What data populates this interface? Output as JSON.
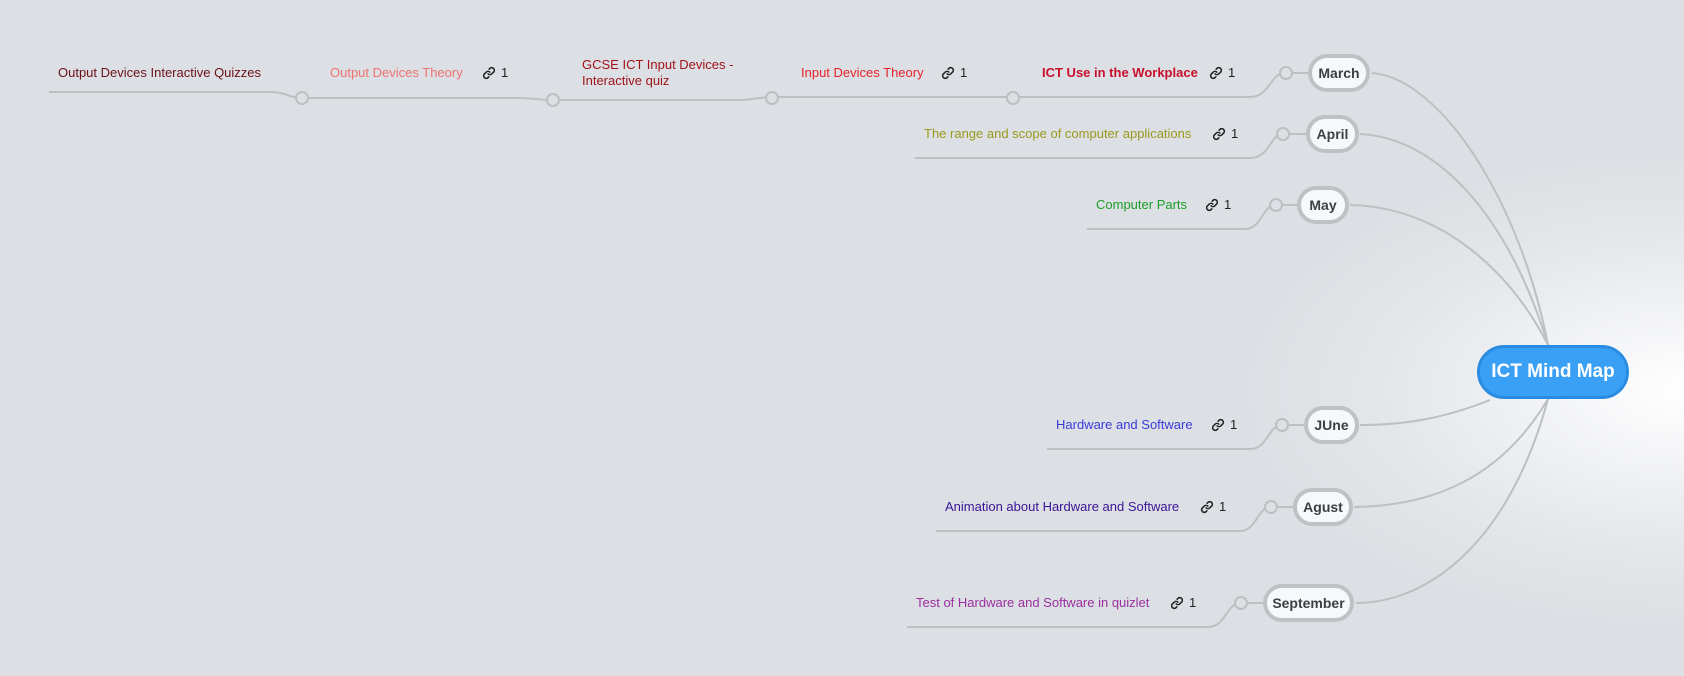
{
  "map": {
    "root": {
      "label": "ICT Mind Map",
      "color": "#3aa0f5"
    },
    "branches": [
      {
        "label": "March",
        "topics": [
          {
            "label": "ICT Use in the Workplace",
            "color": "#c8102e",
            "bold": true,
            "links": "1"
          },
          {
            "label": "Input Devices Theory",
            "color": "#e8232a",
            "links": "1"
          },
          {
            "label": "GCSE ICT Input Devices - Interactive quiz",
            "color": "#a0141c"
          },
          {
            "label": "Output Devices Theory",
            "color": "#f07272",
            "links": "1"
          },
          {
            "label": "Output Devices Interactive Quizzes",
            "color": "#6b1218"
          }
        ]
      },
      {
        "label": "April",
        "topics": [
          {
            "label": "The range and scope of computer applications",
            "color": "#9a9a1e",
            "links": "1"
          }
        ]
      },
      {
        "label": "May",
        "topics": [
          {
            "label": "Computer Parts",
            "color": "#1e9e2a",
            "links": "1"
          }
        ]
      },
      {
        "label": "JUne",
        "topics": [
          {
            "label": "Hardware and Software",
            "color": "#3b3bdc",
            "links": "1"
          }
        ]
      },
      {
        "label": "Agust",
        "topics": [
          {
            "label": "Animation about Hardware and Software",
            "color": "#3a1596",
            "links": "1"
          }
        ]
      },
      {
        "label": "September",
        "topics": [
          {
            "label": "Test of Hardware and Software in quizlet",
            "color": "#9a2fa0",
            "links": "1"
          }
        ]
      }
    ]
  }
}
